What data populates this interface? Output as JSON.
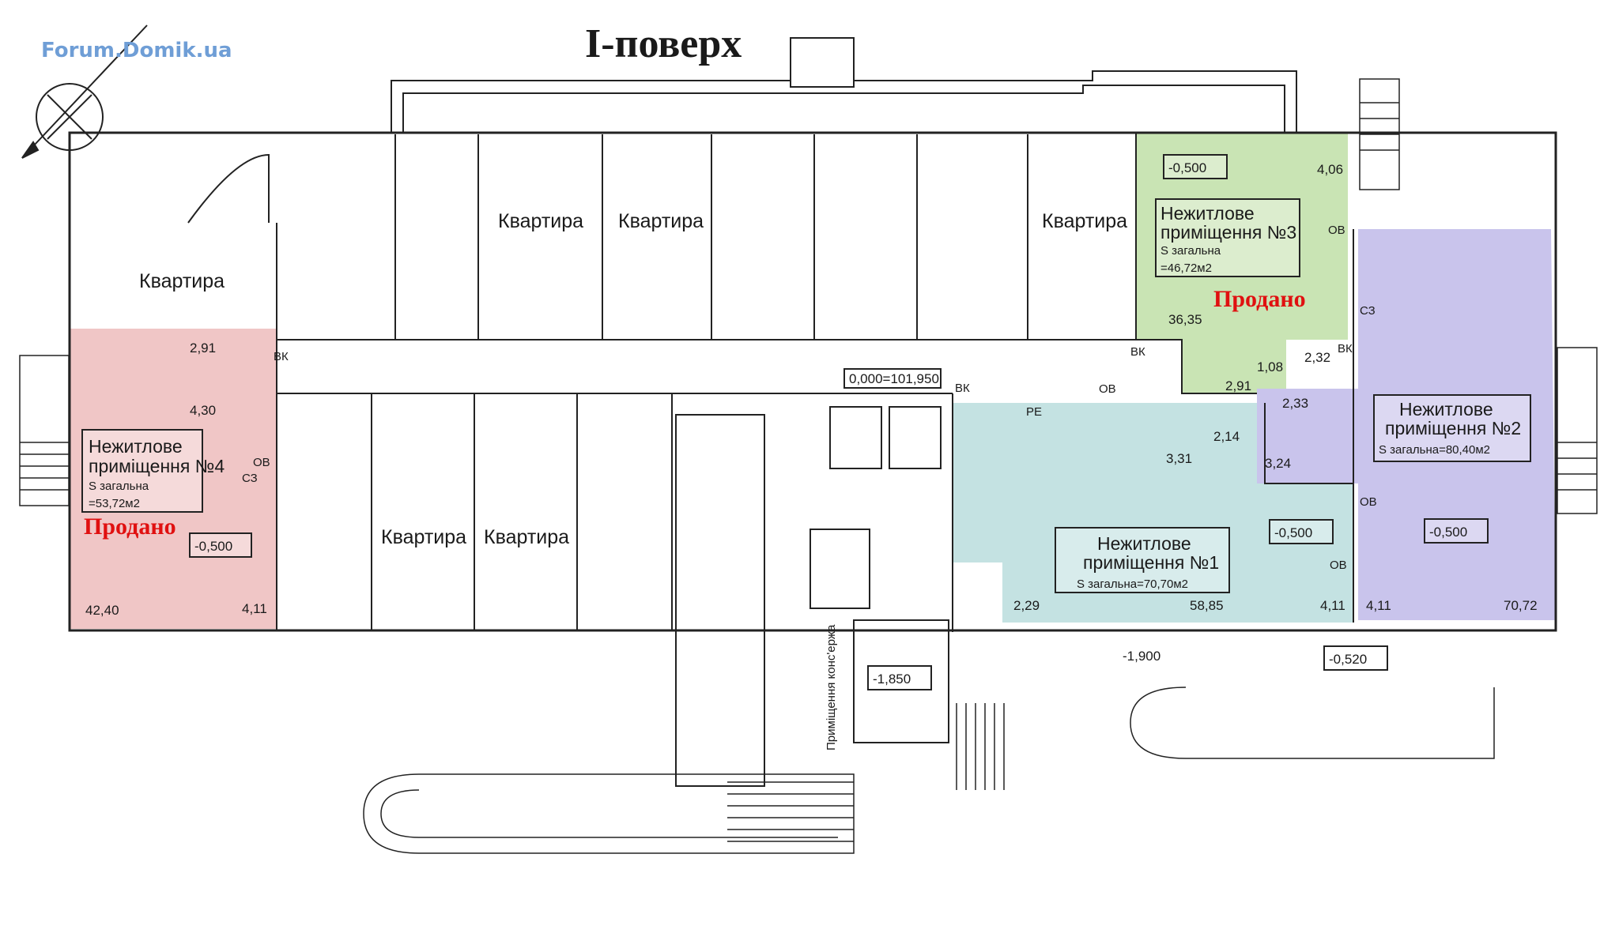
{
  "title": "I-поверх",
  "watermark": "Forum.Domik.ua",
  "colors": {
    "unit4": "#f0c6c6",
    "unit3": "#c9e4b4",
    "unit1": "#c4e2e2",
    "unit2": "#c9c4ec",
    "sold_text": "#e01010",
    "lines": "#222222",
    "watermark": "#6f9ed6"
  },
  "apartments": [
    "Квартира",
    "Квартира",
    "Квартира",
    "Квартира",
    "Квартира",
    "Квартира"
  ],
  "units": {
    "unit4": {
      "line1": "Нежитлове",
      "line2": "приміщення №4",
      "line3": "S загальна",
      "line4": "=53,72м2",
      "sold": "Продано",
      "level": "-0,500"
    },
    "unit3": {
      "line1": "Нежитлове",
      "line2": "приміщення №3",
      "line3": "S загальна",
      "line4": "=46,72м2",
      "sold": "Продано",
      "level": "-0,500"
    },
    "unit1": {
      "line1": "Нежитлове",
      "line2": "приміщення №1",
      "line3": "S загальна=70,70м2",
      "level": "-0,500"
    },
    "unit2": {
      "line1": "Нежитлове",
      "line2": "приміщення №2",
      "line3": "S загальна=80,40м2",
      "level": "-0,500"
    }
  },
  "concierge": "Приміщення конс'ержа",
  "levels": {
    "entrance": "0,000=101,950",
    "lobby": "-1,850",
    "west": "-1,900",
    "east": "-0,520"
  },
  "areas": [
    "2,91",
    "4,30",
    "42,40",
    "4,11",
    "4,06",
    "36,35",
    "1,08",
    "2,32",
    "2,91",
    "2,33",
    "3,31",
    "2,14",
    "3,24",
    "2,29",
    "58,85",
    "4,11",
    "4,11",
    "70,72"
  ],
  "codes": {
    "vk": "ВК",
    "ov": "ОВ",
    "sz": "СЗ",
    "pe": "РЕ"
  }
}
